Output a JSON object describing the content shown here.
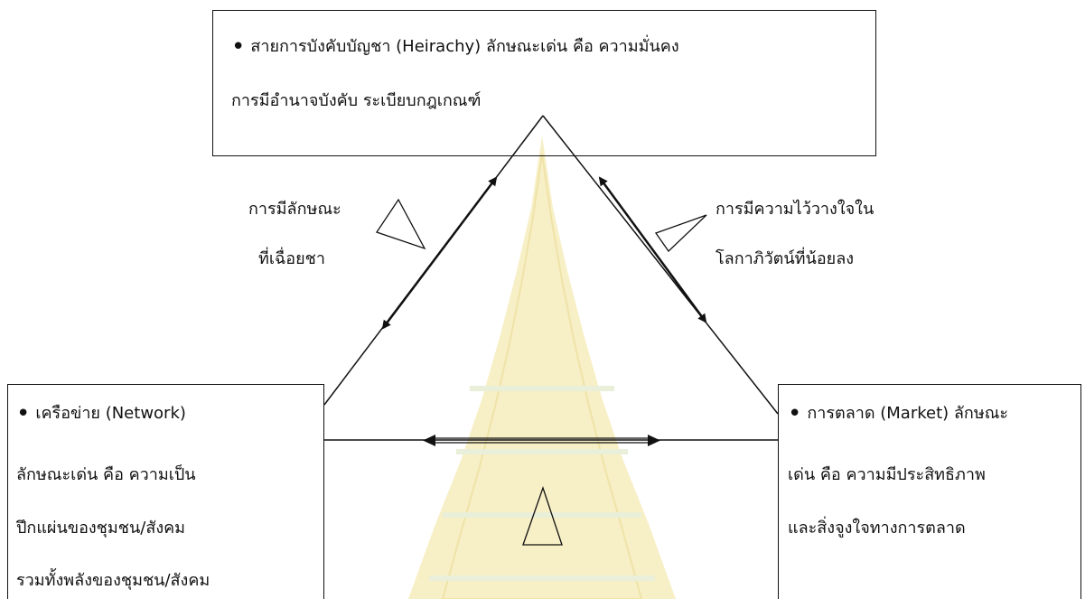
{
  "colors": {
    "line": "#111111",
    "watermark_fill": "#f6edc0",
    "watermark_green": "#eaf2e2"
  },
  "top_box": {
    "line1": "สายการบังคับบัญชา (Heirachy) ลักษณะเด่น คือ ความมั่นคง",
    "line2": "การมีอำนาจบังคับ ระเบียบกฎเกณฑ์"
  },
  "left_box": {
    "line1": "เครือข่าย (Network)",
    "line2": "ลักษณะเด่น คือ ความเป็น",
    "line3": "ปึกแผ่นของชุมชน/สังคม",
    "line4": "รวมทั้งพลังของชุมชน/สังคม"
  },
  "right_box": {
    "line1": "การตลาด (Market) ลักษณะ",
    "line2": "เด่น คือ ความมีประสิทธิภาพ",
    "line3": "และสิ่งจูงใจทางการตลาด"
  },
  "left_label": {
    "line1": "การมีลักษณะ",
    "line2": "ที่เฉื่อยชา"
  },
  "right_label": {
    "line1": "การมีความไว้วางใจใน",
    "line2": "โลกาภิวัตน์ที่น้อยลง"
  }
}
